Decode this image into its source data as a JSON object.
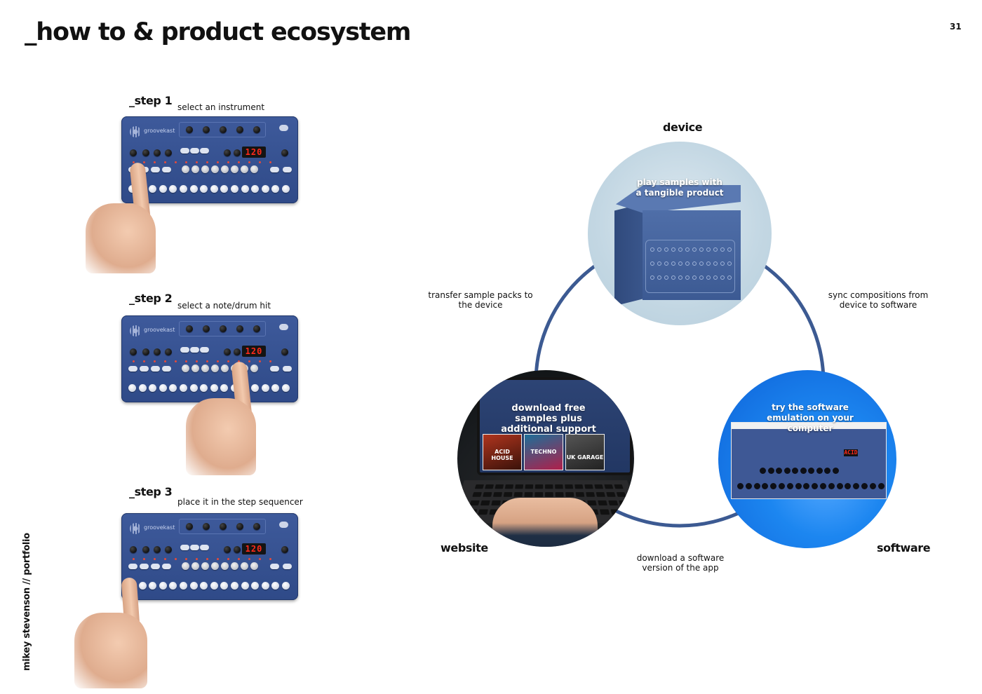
{
  "page": {
    "title": "_how to & product ecosystem",
    "number": "31",
    "author": "mikey stevenson // portfolio"
  },
  "steps": [
    {
      "heading": "_step 1",
      "caption": "select an instrument"
    },
    {
      "heading": "_step 2",
      "caption": "select a note/drum hit"
    },
    {
      "heading": "_step 3",
      "caption": "place it in the step sequencer"
    }
  ],
  "device_ui": {
    "brand": "groovekast",
    "bpm": "120"
  },
  "ecosystem": {
    "nodes": {
      "device": {
        "label": "device",
        "overlay": "play samples with a tangible product"
      },
      "website": {
        "label": "website",
        "overlay": "download free samples plus additional support"
      },
      "software": {
        "label": "software",
        "overlay": "try the software emulation on your computer"
      }
    },
    "flows": {
      "website_to_device": "transfer sample packs to the device",
      "device_to_software": "sync compositions from device to software",
      "website_to_software": "download a software version of the app"
    },
    "website_thumbs": [
      "ACID HOUSE",
      "TECHNO",
      "UK GARAGE"
    ],
    "software_lcd": "ACID"
  },
  "colors": {
    "device_blue": "#3e5a9b",
    "cycle_line": "#3c5a92",
    "led_red": "#ff2a1a"
  }
}
